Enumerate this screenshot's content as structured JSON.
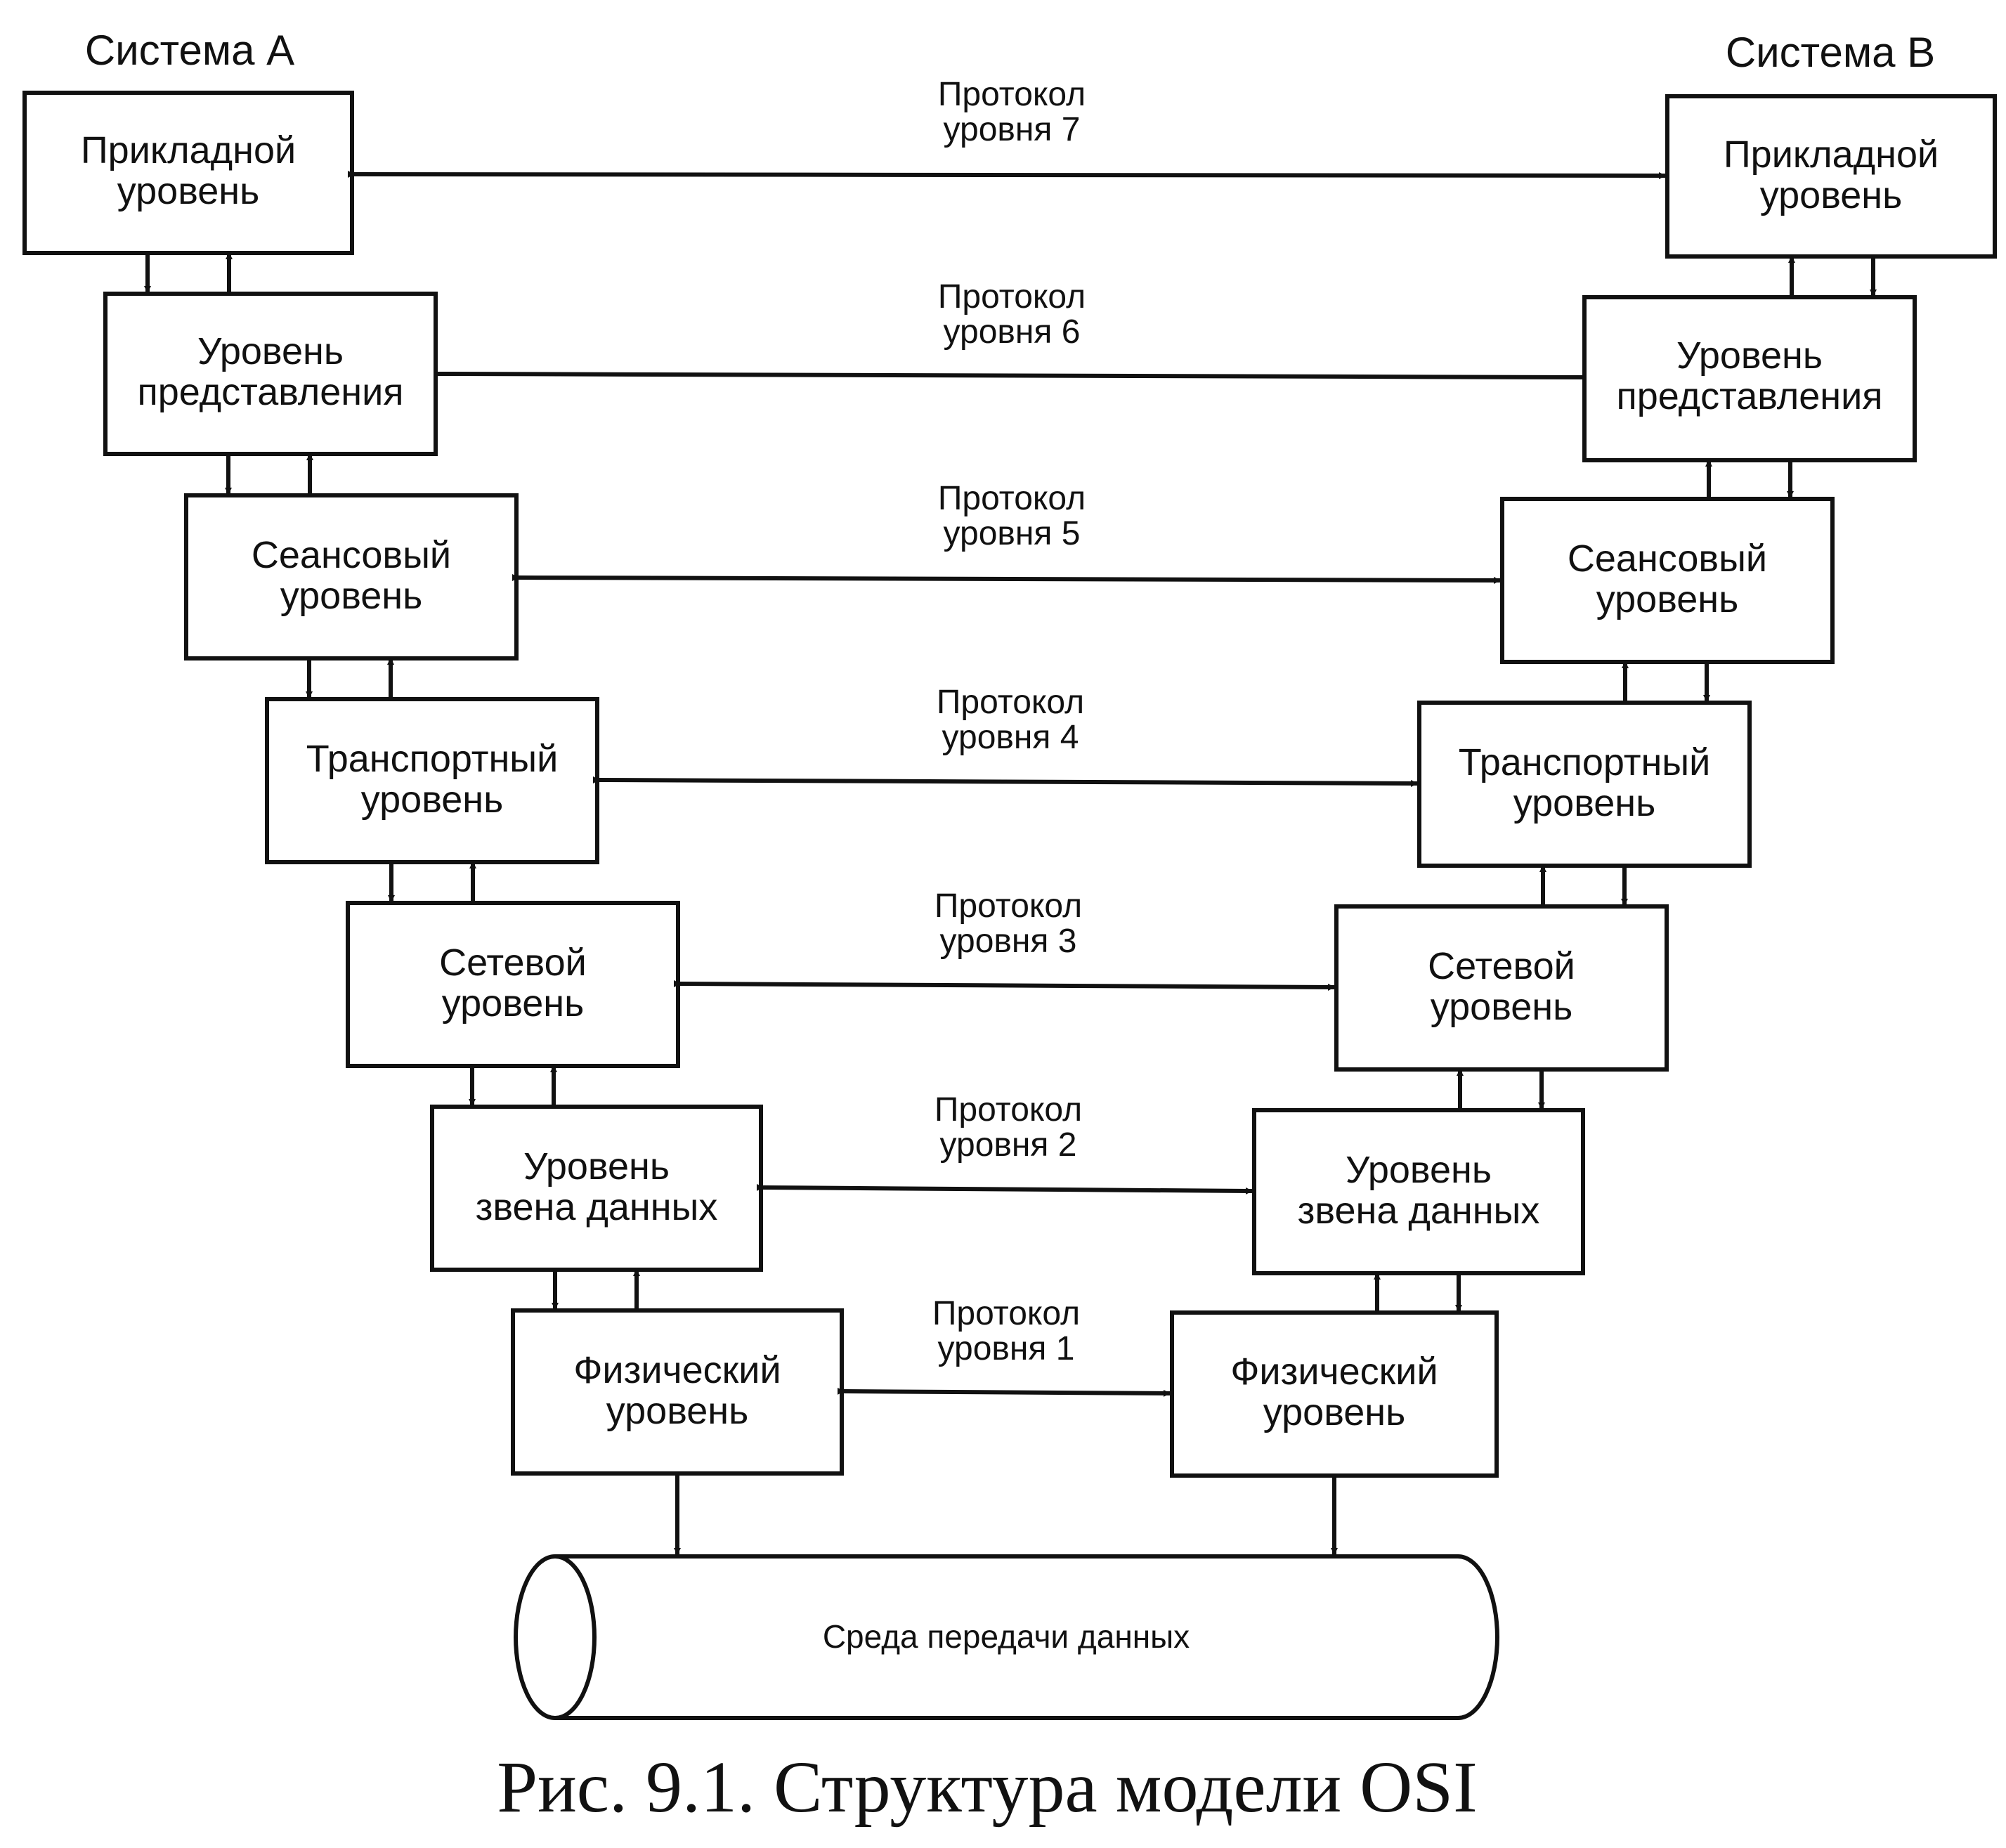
{
  "system_a": {
    "title": "Система A"
  },
  "system_b": {
    "title": "Система B"
  },
  "layers": [
    {
      "level": 7,
      "line1": "Прикладной",
      "line2": "уровень",
      "protocol_line1": "Протокол",
      "protocol_line2": "уровня 7"
    },
    {
      "level": 6,
      "line1": "Уровень",
      "line2": "представления",
      "protocol_line1": "Протокол",
      "protocol_line2": "уровня 6"
    },
    {
      "level": 5,
      "line1": "Сеансовый",
      "line2": "уровень",
      "protocol_line1": "Протокол",
      "protocol_line2": "уровня 5"
    },
    {
      "level": 4,
      "line1": "Транспортный",
      "line2": "уровень",
      "protocol_line1": "Протокол",
      "protocol_line2": "уровня 4"
    },
    {
      "level": 3,
      "line1": "Сетевой",
      "line2": "уровень",
      "protocol_line1": "Протокол",
      "protocol_line2": "уровня 3"
    },
    {
      "level": 2,
      "line1": "Уровень",
      "line2": "звена данных",
      "protocol_line1": "Протокол",
      "protocol_line2": "уровня 2"
    },
    {
      "level": 1,
      "line1": "Физический",
      "line2": "уровень",
      "protocol_line1": "Протокол",
      "protocol_line2": "уровня 1"
    }
  ],
  "medium": {
    "label": "Среда передачи данных"
  },
  "caption": "Рис.  9.1.  Структура модели OSI"
}
